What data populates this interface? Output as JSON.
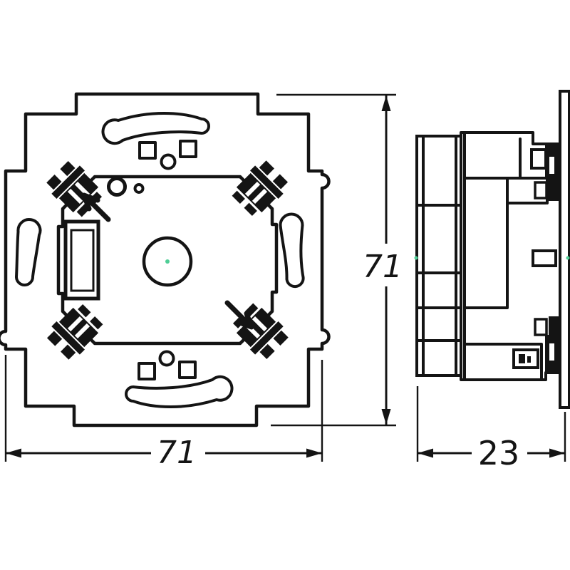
{
  "dimension_labels": {
    "front_width": "71",
    "front_height": "71",
    "depth": "23"
  },
  "colors": {
    "line": "#141414",
    "background": "#ffffff",
    "center_marker": "#4fce96"
  }
}
